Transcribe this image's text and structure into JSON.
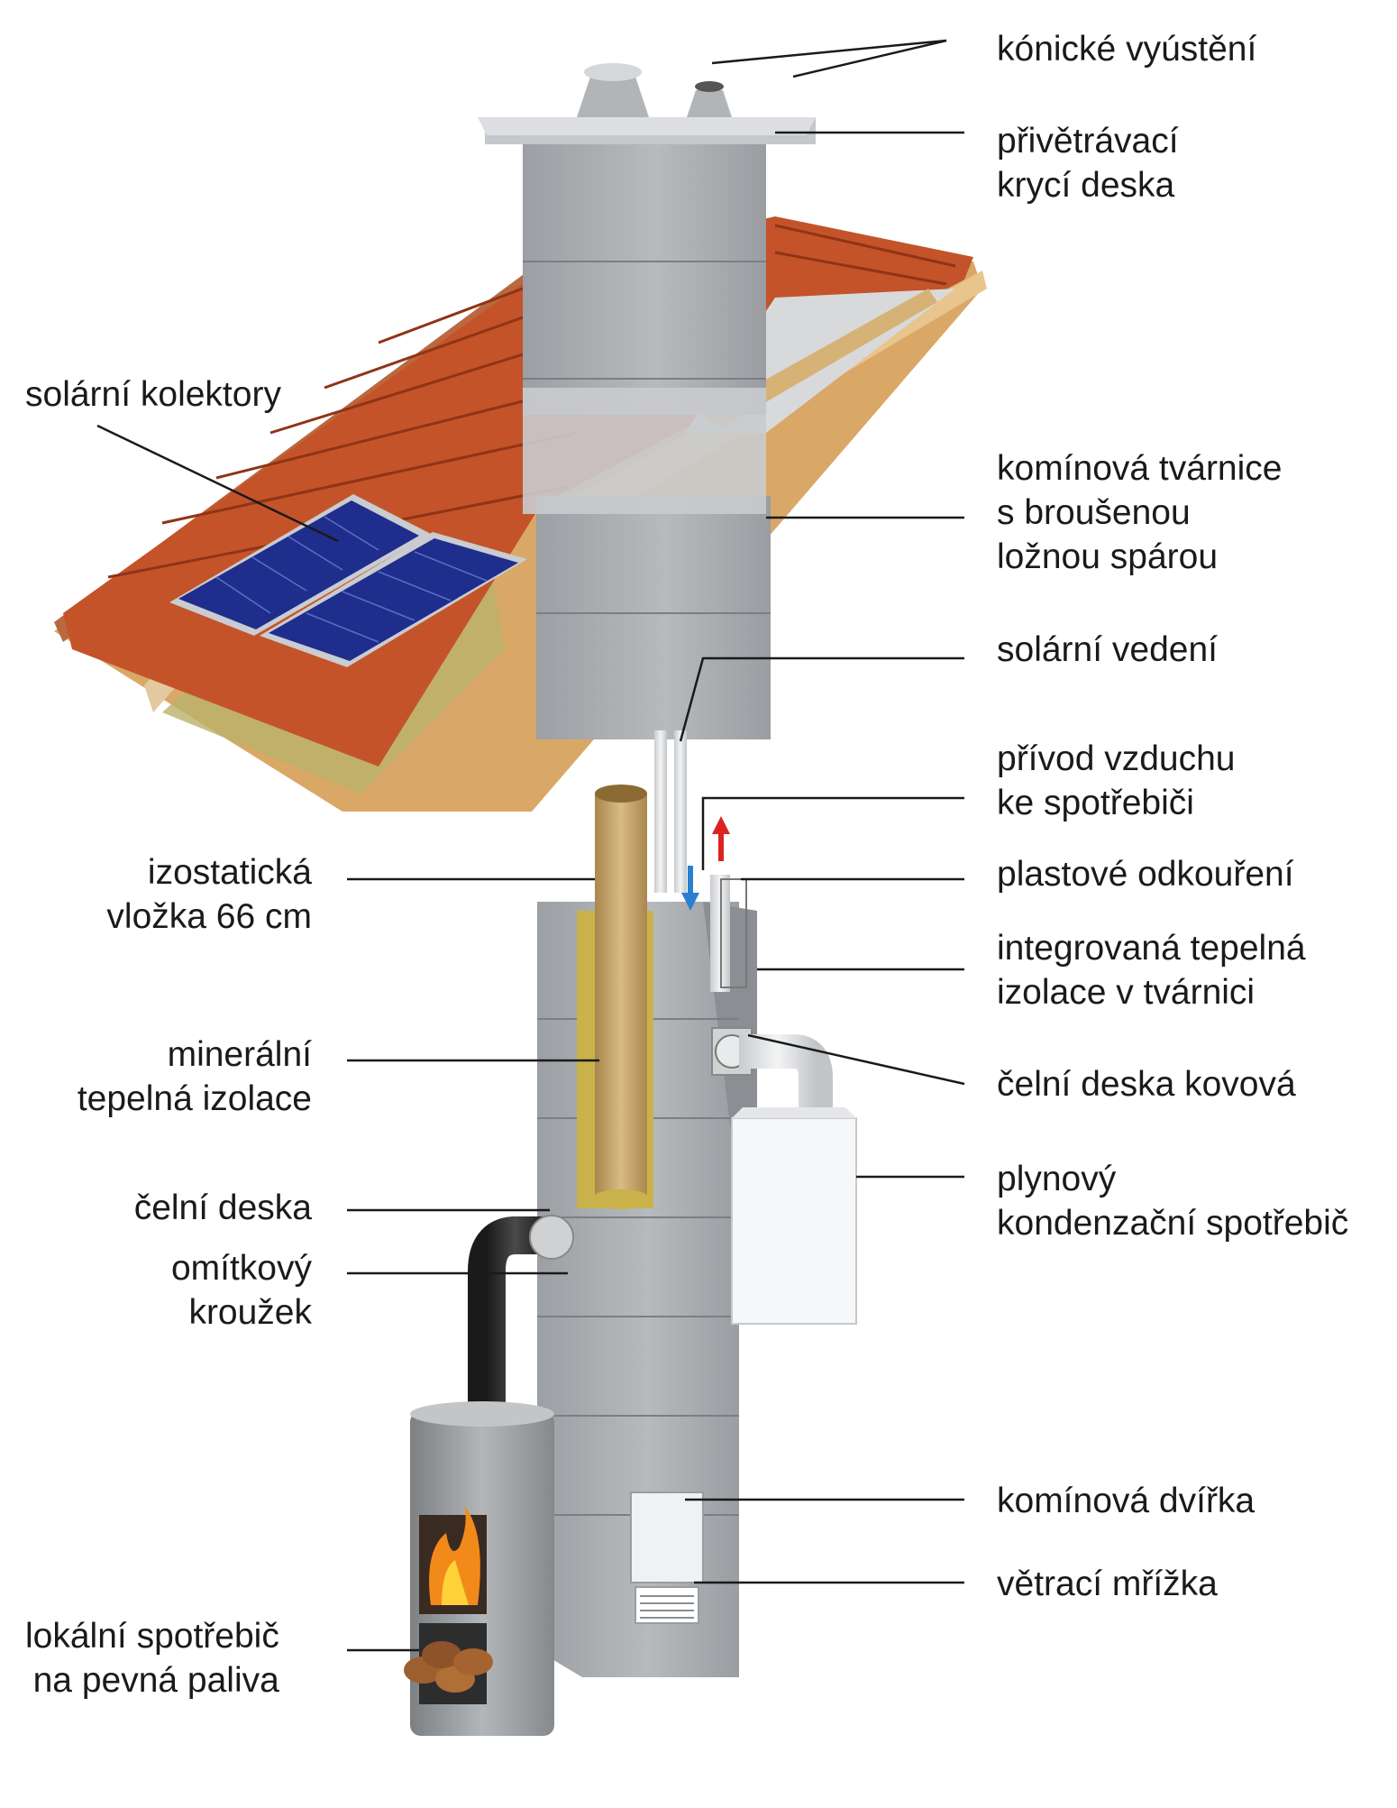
{
  "labels_right": {
    "konicke": [
      "kónické vyústění"
    ],
    "deska_krycí": [
      "přivětrávací",
      "krycí deska"
    ],
    "tvarnice": [
      "komínová tvárnice",
      "s broušenou",
      "ložnou spárou"
    ],
    "solarni_vedeni": [
      "solární vedení"
    ],
    "privod": [
      "přívod vzduchu",
      "ke spotřebiči"
    ],
    "plastove": [
      "plastové odkouření"
    ],
    "integrovana": [
      "integrovaná tepelná",
      "izolace v tvárnici"
    ],
    "celni_kovova": [
      "čelní deska kovová"
    ],
    "plynovy": [
      "plynový",
      "kondenzační spotřebič"
    ],
    "dvirka": [
      "komínová dvířka"
    ],
    "mrizka": [
      "větrací mřížka"
    ]
  },
  "labels_left": {
    "solarni_kolektory": [
      "solární kolektory"
    ],
    "izostaticka": [
      "izostatická",
      "vložka 66 cm"
    ],
    "mineralni": [
      "minerální",
      "tepelná izolace"
    ],
    "celni_deska": [
      "čelní deska"
    ],
    "omitkovy": [
      "omítkový",
      "kroužek"
    ],
    "lokalni": [
      "lokální spotřebič",
      "na pevná paliva"
    ]
  },
  "colors": {
    "block": "#a9acaf",
    "block_dark": "#8b8e92",
    "tile": "#c4532a",
    "liner": "#c6a56b",
    "panel": "#1f2e8c",
    "stove": "#9a9da0",
    "flame": "#f28a1a"
  }
}
